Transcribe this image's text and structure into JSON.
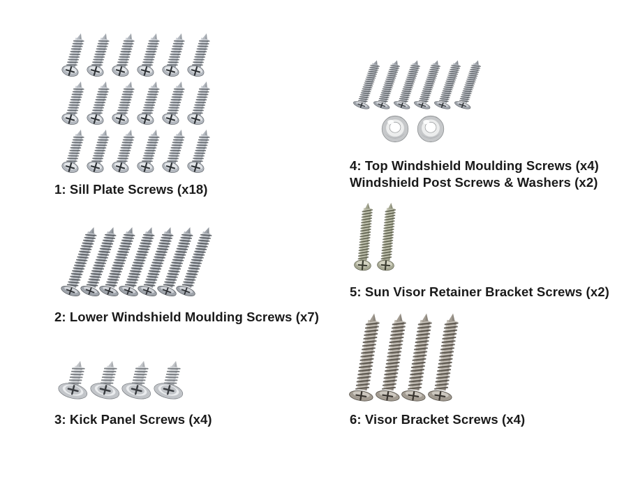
{
  "colors": {
    "background": "#ffffff",
    "text": "#1a1a1a",
    "chrome_base": "#b3b8bf",
    "chrome_dark": "#5d6268",
    "chrome_light": "#eaecef",
    "chrome_slot": "#2f3337",
    "steel_base": "#9fa4ab",
    "steel_dark": "#54585d",
    "steel_light": "#dfe2e6",
    "steel_slot": "#2f3236",
    "silver_base": "#c2c5c9",
    "silver_dark": "#73777c",
    "silver_light": "#eef0f2",
    "silver_slot": "#3a3d41",
    "khaki_base": "#a6a893",
    "khaki_dark": "#5d5f4d",
    "khaki_light": "#dadbca",
    "khaki_slot": "#3a3c30",
    "taupe_base": "#a39c92",
    "taupe_dark": "#59544c",
    "taupe_light": "#d9d5ce",
    "taupe_slot": "#38342f",
    "nickel_base": "#c6c8ca",
    "nickel_dark": "#8f9294",
    "nickel_light": "#eceded"
  },
  "groups": {
    "sill_plate": {
      "label": "1: Sill Plate Screws (x18)",
      "screw_count": 18
    },
    "lower_windshield": {
      "label": "2: Lower Windshield Moulding Screws (x7)",
      "screw_count": 7
    },
    "kick_panel": {
      "label": "3: Kick Panel Screws (x4)",
      "screw_count": 4
    },
    "top_windshield": {
      "label_line1": "4: Top Windshield Moulding Screws (x4)",
      "label_line2": "Windshield Post Screws & Washers (x2)",
      "screw_count": 6,
      "washer_count": 2
    },
    "sun_visor": {
      "label": "5: Sun Visor Retainer Bracket Screws (x2)",
      "screw_count": 2
    },
    "visor_bracket": {
      "label": "6: Visor Bracket Screws (x4)",
      "screw_count": 4
    }
  }
}
